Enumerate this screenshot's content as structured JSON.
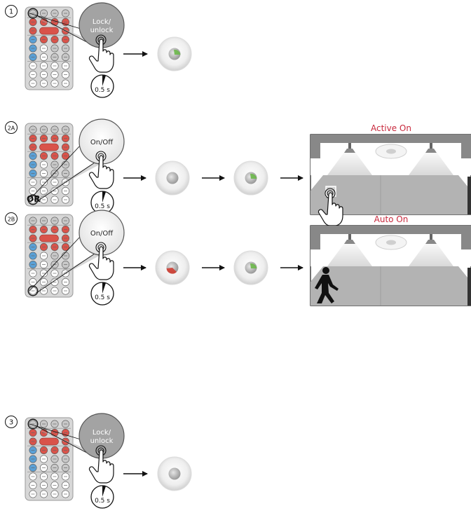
{
  "steps": [
    {
      "number": "1",
      "button_label": "Lock/\nunlock",
      "duration": "0.5 s"
    },
    {
      "number": "2A",
      "button_label": "On/Off",
      "duration": "0.5 s"
    },
    {
      "number": "2B",
      "button_label": "On/Off",
      "duration": "0.5 s"
    },
    {
      "number": "3",
      "button_label": "Lock/\nunlock",
      "duration": "0.5 s"
    }
  ],
  "or_label": "OR",
  "scenes": [
    {
      "title": "Active On"
    },
    {
      "title": "Auto On"
    }
  ],
  "colors": {
    "remote_body": "#d7d7d7",
    "button_red": "#d9534a",
    "button_blue": "#5aa0d6",
    "button_white": "#ffffff",
    "button_grey": "#c8c8c8",
    "led_green": "#6cb84a",
    "led_red": "#cf3d32",
    "scene_title": "#c8283c",
    "room_floor": "#b3b3b3",
    "room_ceiling": "#888888"
  },
  "icons": [
    "step-number-badge",
    "remote-control",
    "magnifier-callout",
    "pressing-hand-icon",
    "stopwatch-icon",
    "arrow-icon",
    "sensor-led-icon",
    "ceiling-lamp-icon",
    "walking-person-icon"
  ]
}
